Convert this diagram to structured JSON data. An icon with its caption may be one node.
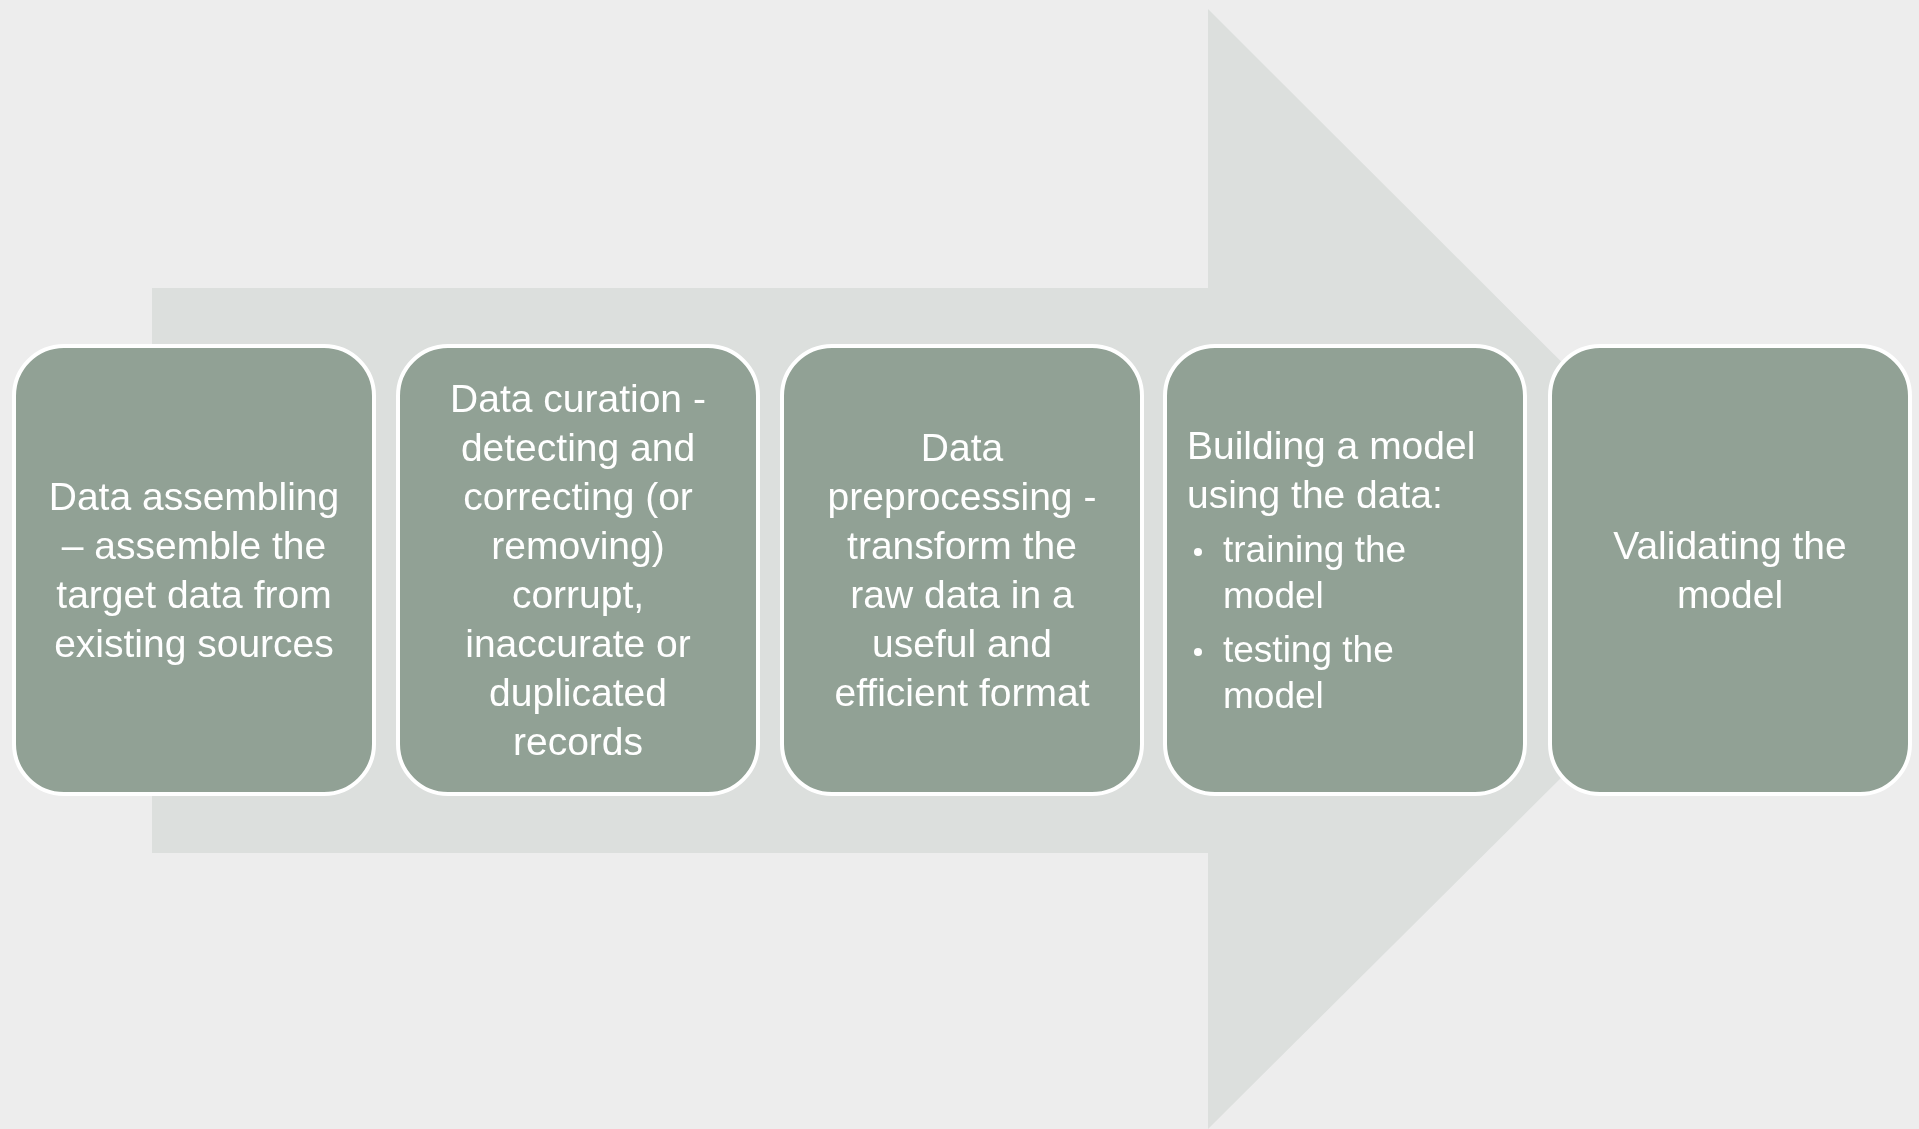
{
  "diagram": {
    "nodes": [
      {
        "text": [
          "Data assembling – assemble the target data from existing sources"
        ]
      },
      {
        "text": [
          "Data curation - detecting and correcting (or removing) corrupt, inaccurate or duplicated records"
        ]
      },
      {
        "text": [
          "Data preprocessing - transform the raw data in a useful and efficient format"
        ]
      },
      {
        "text": [
          "Building a model using the data:",
          "training the model",
          "testing the model"
        ]
      },
      {
        "text": [
          "Validating the model"
        ]
      }
    ],
    "edges": [
      {
        "from": 0,
        "to": 4,
        "arrow": "to"
      }
    ]
  }
}
